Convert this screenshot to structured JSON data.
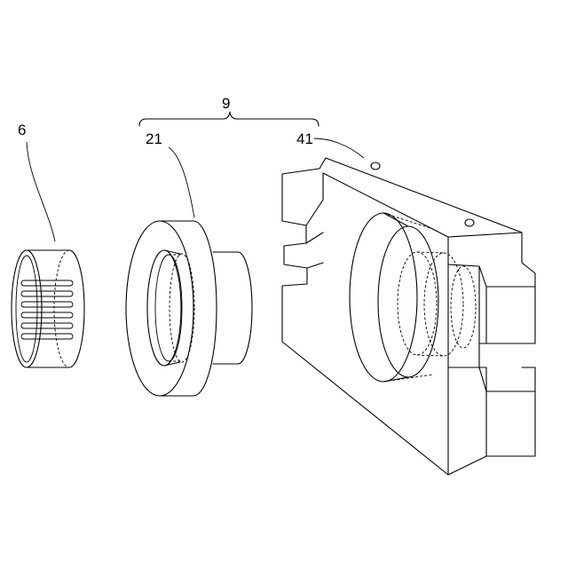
{
  "labels": {
    "assembly": "9",
    "cap": "6",
    "sleeve": "21",
    "housing": "41"
  }
}
